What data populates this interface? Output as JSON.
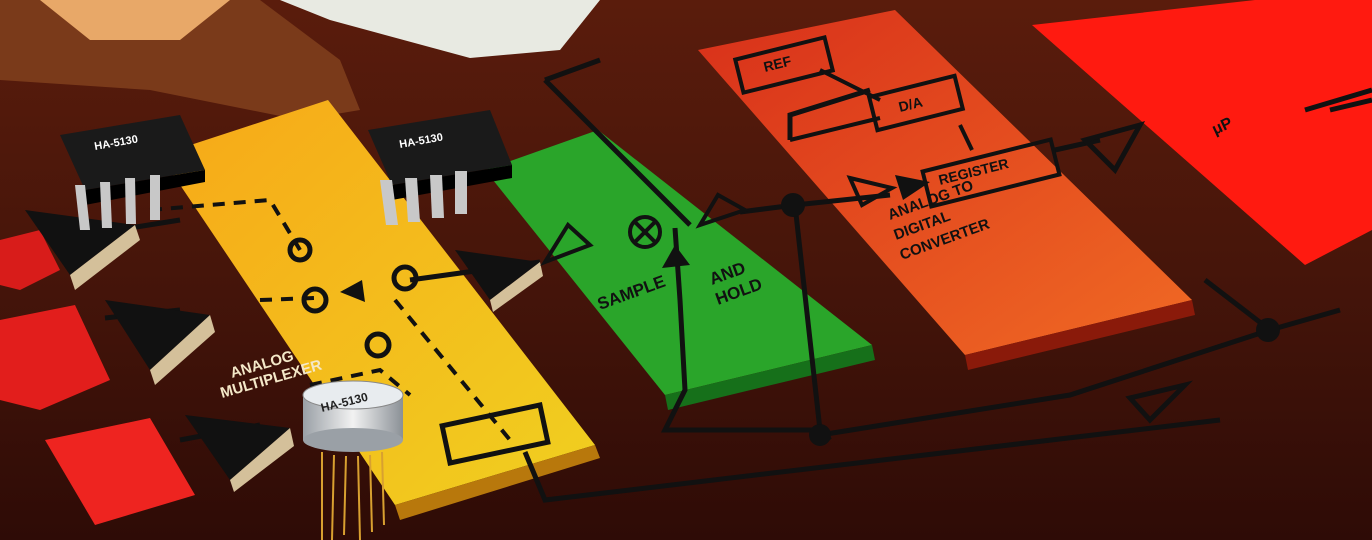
{
  "chips": {
    "dip_left": "HA-5130",
    "dip_center": "HA-5130",
    "can": "HA-5130"
  },
  "labels": {
    "multiplexer": [
      "ANALOG",
      "MULTIPLEXER"
    ],
    "sample_and_hold": [
      "SAMPLE",
      "AND",
      "HOLD"
    ],
    "adc": [
      "ANALOG TO",
      "DIGITAL",
      "CONVERTER"
    ],
    "ref": "REF",
    "da": "D/A",
    "register": "REGISTER",
    "microprocessor": "μP"
  },
  "colors": {
    "background": "#3a0f08",
    "multiplexer_board": "#f4a010",
    "sample_hold_board": "#2aa52a",
    "adc_board": "#e23a14",
    "up_board": "#ff1a10",
    "chip_black": "#1a1a1a"
  }
}
